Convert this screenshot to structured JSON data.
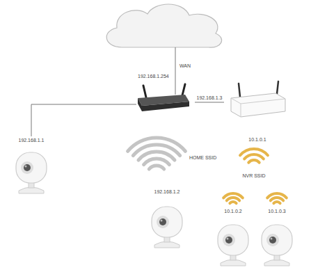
{
  "diagram": {
    "nodes": [
      {
        "text": [
          "192.168.1.254"
        ]
      },
      {
        "text": [
          "10.1.0.1"
        ]
      },
      {
        "text": [
          "192.168.1.1"
        ]
      },
      {
        "text": [
          "192.168.1.2"
        ]
      },
      {
        "text": [
          "10.1.0.2"
        ]
      },
      {
        "text": [
          "10.1.0.3"
        ]
      }
    ],
    "edges": [
      {
        "from": 0,
        "to": 2,
        "arrow": "none"
      },
      {
        "from": 0,
        "to": 1,
        "label": "192.168.1.3",
        "arrow": "none"
      }
    ],
    "labels": [
      "WAN",
      "HOME SSID",
      "NVR SSID"
    ]
  }
}
